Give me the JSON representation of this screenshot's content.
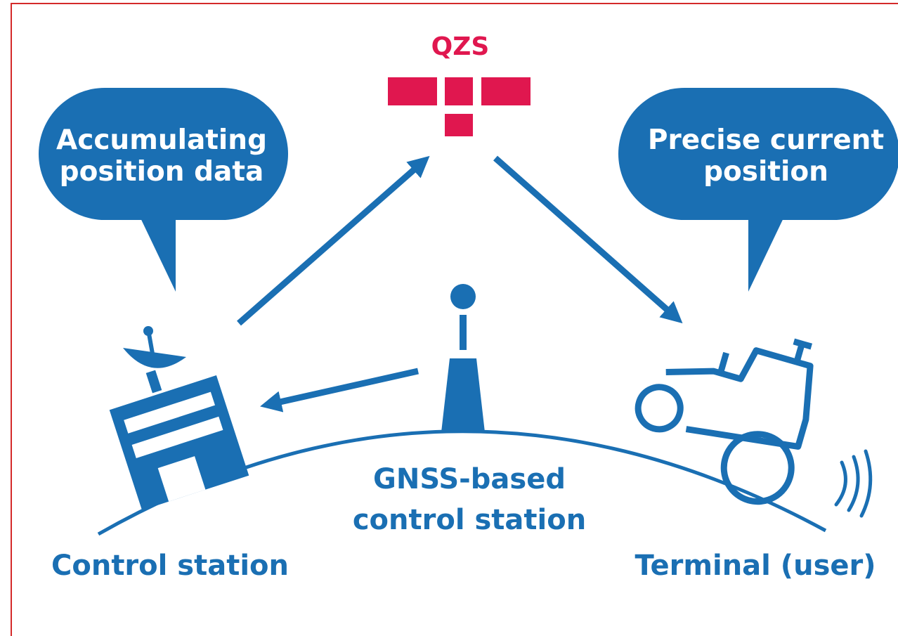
{
  "satellite": {
    "label": "QZS",
    "icon": "qzs-satellite-icon"
  },
  "bubbles": {
    "left": {
      "line1": "Accumulating",
      "line2": "position data"
    },
    "right": {
      "line1": "Precise current",
      "line2": "position"
    }
  },
  "stations": {
    "gnss": {
      "line1": "GNSS-based",
      "line2": "control station",
      "icon": "antenna-tower-icon"
    },
    "control": {
      "label": "Control station",
      "icon": "control-station-building-icon"
    },
    "terminal": {
      "label": "Terminal (user)",
      "icon": "tractor-icon"
    }
  },
  "colors": {
    "primary_blue": "#1a6fb3",
    "satellite_red": "#e0174f",
    "frame_red": "#d42a2a",
    "background": "#ffffff"
  }
}
